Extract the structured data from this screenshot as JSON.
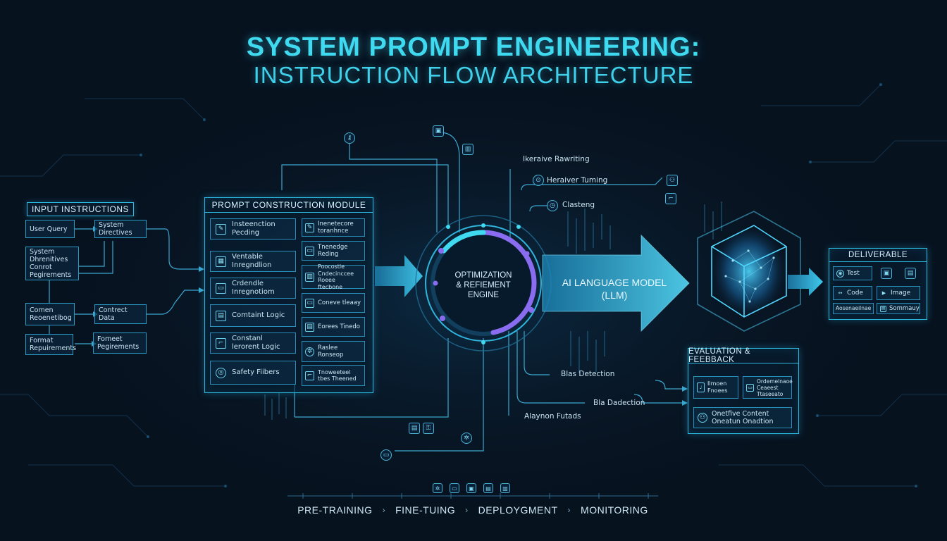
{
  "title": {
    "line1": "SYSTEM PROMPT ENGINEERING:",
    "line2": "INSTRUCTION FLOW ARCHITECTURE"
  },
  "input_panel": {
    "title": "INPUT INSTRUCTIONS",
    "items": [
      {
        "label": "User Query"
      },
      {
        "label": "System Directives"
      },
      {
        "label": "System Dhrenitives Conrot Pegirements"
      },
      {
        "label": "Comen Reoenetibog"
      },
      {
        "label": "Contrect Data"
      },
      {
        "label": "Format Repuirements"
      },
      {
        "label": "Fomeet Pegirements"
      }
    ]
  },
  "prompt_module": {
    "title": "PROMPT CONSTRUCTION MODULE",
    "left_items": [
      {
        "label": "Insteenction Pecding"
      },
      {
        "label": "Ventable Inregndlion"
      },
      {
        "label": "Crdendle Inregnotiom"
      },
      {
        "label": "Comtaint Logic"
      },
      {
        "label": "Constanl lerorent Logic"
      },
      {
        "label": "Safety Fiibers"
      }
    ],
    "right_items": [
      {
        "label": "Inenetecore toranhnce"
      },
      {
        "label": "Tnenedge Reding"
      },
      {
        "label": "Poocostle Cndecinccee Roeee ftecbone"
      },
      {
        "label": "Coneve tleaay"
      },
      {
        "label": "Eorees Tinedo"
      },
      {
        "label": "Raslee Ronseop"
      },
      {
        "label": "Tnoweeteel tbes Theened"
      }
    ]
  },
  "engine": {
    "line1": "OPTIMIZATION",
    "line2": "& REFIEMENT",
    "line3": "ENGINE"
  },
  "llm": {
    "line1": "AI LANGUAGE MODEL",
    "line2": "(LLM)"
  },
  "side_labels": {
    "iterative": "Ikeraive Rawriting",
    "tuning": "Heraiver Tuming",
    "clasteng": "Clasteng",
    "bias1": "Blas Detection",
    "bias2": "Bla Dadection",
    "alaynon": "Alaynon Futads"
  },
  "deliverable": {
    "title": "DELIVERABLE",
    "items": [
      {
        "label": "Test"
      },
      {
        "label": "Code"
      },
      {
        "label": "Image"
      },
      {
        "label": "Aosenaeilnae"
      },
      {
        "label": "Sommauy"
      }
    ]
  },
  "evaluation": {
    "title": "EVALUATION & FEEBBACK",
    "items": [
      {
        "label": "Ilmoen Fnoees"
      },
      {
        "label": "Ordemelnaoe Ceaeest Ttaseeato"
      },
      {
        "label": "Onetfive Content Oneatun Onadtion"
      }
    ]
  },
  "bottom_flow": {
    "stages": [
      "PRE-TRAINING",
      "FINE-TUING",
      "DEPLOYGMENT",
      "MONITORING"
    ],
    "separator": "›"
  },
  "icons": [
    "gear-icon",
    "lock-icon",
    "chart-icon",
    "document-icon",
    "cube-icon",
    "user-icon"
  ],
  "colors": {
    "accent": "#3fd9f0",
    "panel_border": "#2bb8de",
    "purple": "#8a6cf0",
    "background": "#07121f"
  }
}
